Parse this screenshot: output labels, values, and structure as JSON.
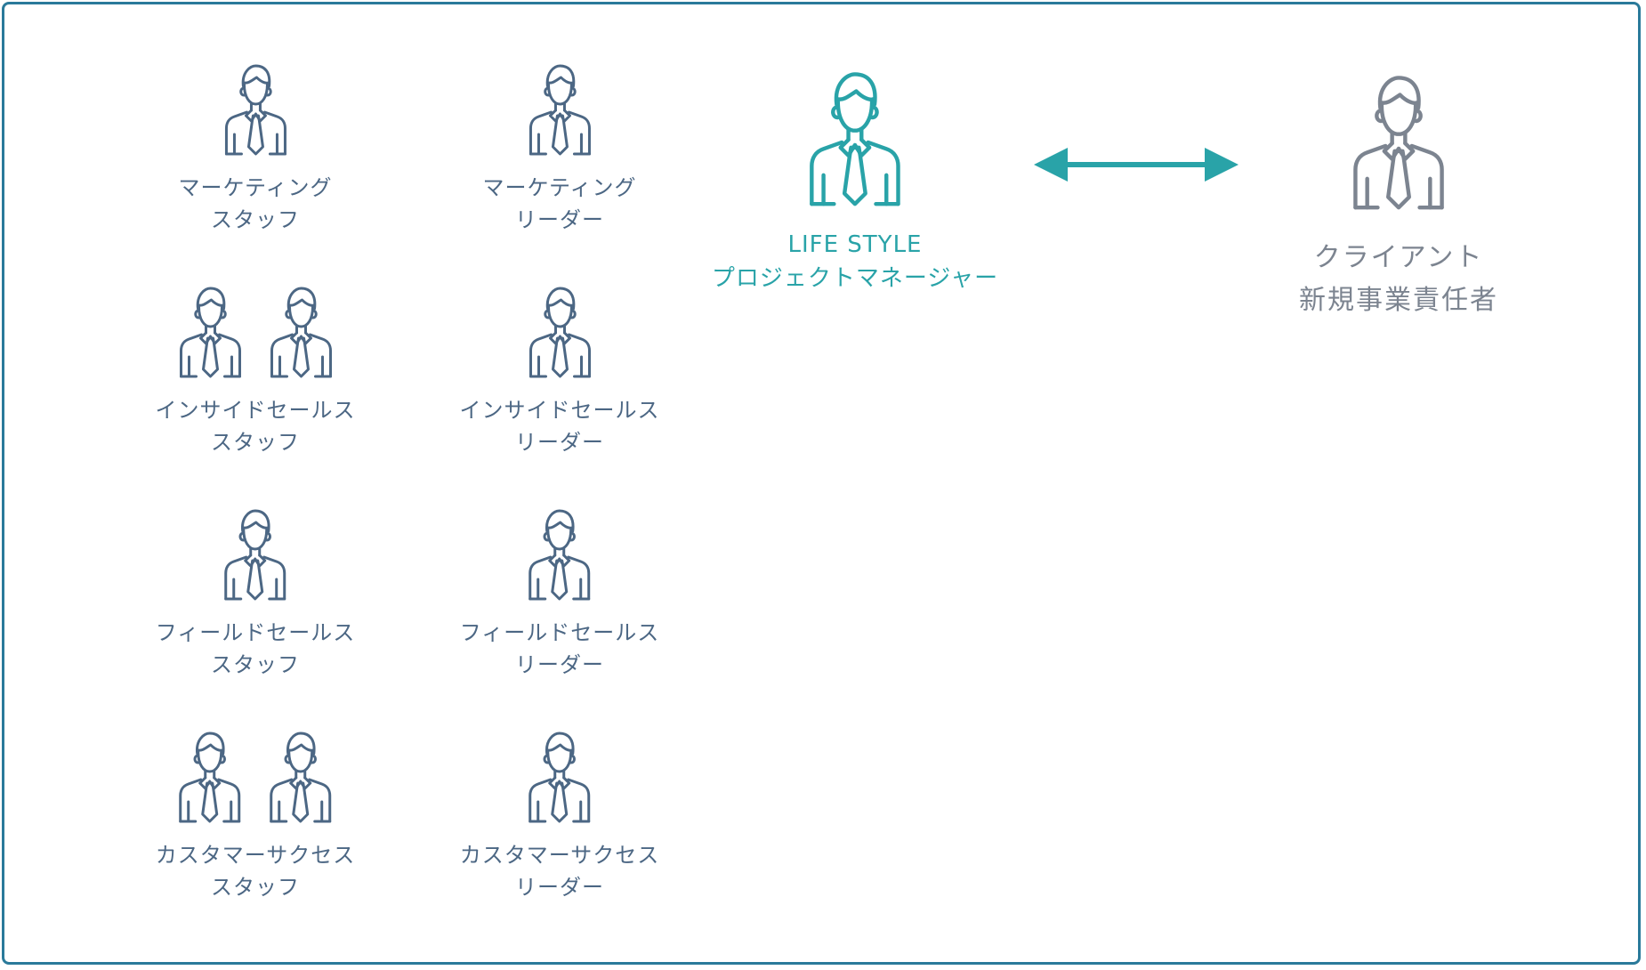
{
  "colors": {
    "frame_border": "#2a7a9a",
    "team": "#4c6784",
    "pm": "#29a3a8",
    "client": "#7c8490"
  },
  "team_left": [
    {
      "line1": "マーケティング",
      "line2": "スタッフ",
      "icons": 1
    },
    {
      "line1": "インサイドセールス",
      "line2": "スタッフ",
      "icons": 2
    },
    {
      "line1": "フィールドセールス",
      "line2": "スタッフ",
      "icons": 1
    },
    {
      "line1": "カスタマーサクセス",
      "line2": "スタッフ",
      "icons": 2
    }
  ],
  "team_right": [
    {
      "line1": "マーケティング",
      "line2": "リーダー",
      "icons": 1
    },
    {
      "line1": "インサイドセールス",
      "line2": "リーダー",
      "icons": 1
    },
    {
      "line1": "フィールドセールス",
      "line2": "リーダー",
      "icons": 1
    },
    {
      "line1": "カスタマーサクセス",
      "line2": "リーダー",
      "icons": 1
    }
  ],
  "pm": {
    "line1": "LIFE STYLE",
    "line2": "プロジェクトマネージャー"
  },
  "client": {
    "line1": "クライアント",
    "line2": "新規事業責任者"
  },
  "connector": {
    "icon": "double-arrow-icon",
    "direction": "bidirectional"
  }
}
